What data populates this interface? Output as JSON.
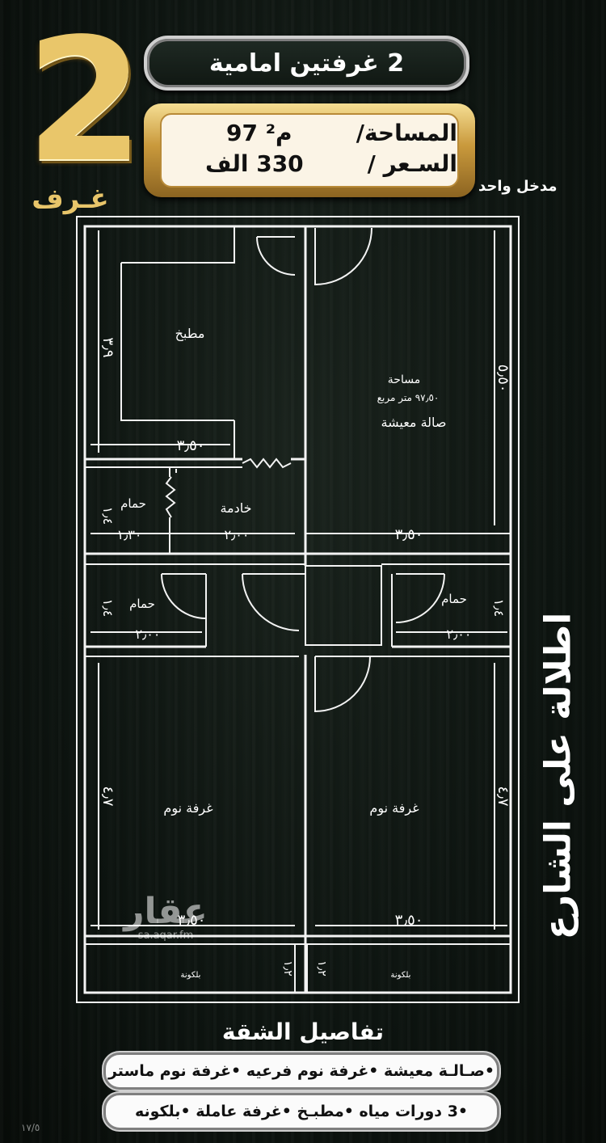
{
  "hero": {
    "rooms_number": "2",
    "rooms_word": "غـرف"
  },
  "title": "2 غرفتين  امامية",
  "specs": {
    "area_label": "المساحة/",
    "area_value": "97 م²",
    "price_label": "السـعر /",
    "price_value": "330 الف"
  },
  "entrance": "مدخل واحد",
  "plan": {
    "rooms": {
      "kitchen": "مطبخ",
      "living_area_label": "مساحة",
      "living_area_value": "٩٧٫٥٠ متر مربع",
      "living": "صالة معيشة",
      "maid": "خادمة",
      "bath_1": "حمام",
      "bath_2": "حمام",
      "bath_3": "حمام",
      "bedroom_left": "غرفة  نوم",
      "bedroom_right": "غرفة  نوم",
      "balcony_left": "بلكونة",
      "balcony_right": "بلكونة"
    },
    "dims": {
      "kitchen_h": "٣٫٩",
      "kitchen_w": "٣٫٥٠",
      "living_h": "٥٫٥٠",
      "living_w": "٣٫٥٠",
      "bath1_h": "١٫٤",
      "bath1_w": "١٫٣٠",
      "maid_w": "٢٫٠٠",
      "bath2_h": "١٫٤",
      "bath2_w": "٢٫٠٠",
      "bath3_h": "١٫٤",
      "bath3_w": "٢٫٠٠",
      "bedL_h": "٤٫٧",
      "bedL_w": "٣٫٥٠",
      "bedR_h": "٤٫٧",
      "bedR_w": "٣٫٥٠",
      "balcL": "١٫٢",
      "balcR": "١٫٢"
    }
  },
  "street_view": "اطلالة على الشارع",
  "watermark": {
    "logo": "عقار",
    "site": "sa.aqar.fm"
  },
  "details": {
    "title": "تفاصيل الشقة",
    "line1": "•صـالـة معيشة •غرفة نوم فرعيه •غرفة نوم  ماستر",
    "line2": "•3 دورات مياه •مطبـخ •غرفة عاملة •بلكونه"
  },
  "corner_code": "١٧/٥"
}
